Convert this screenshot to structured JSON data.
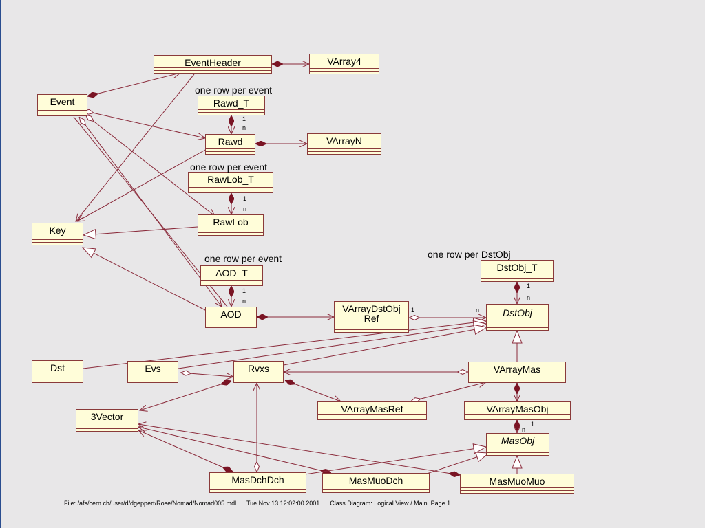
{
  "classes": {
    "eventheader": "EventHeader",
    "varray4": "VArray4",
    "event": "Event",
    "rawd_t": "Rawd_T",
    "rawd": "Rawd",
    "varrayn": "VArrayN",
    "rawlob_t": "RawLob_T",
    "key": "Key",
    "rawlob": "RawLob",
    "aod_t": "AOD_T",
    "aod": "AOD",
    "varraydstobjref": "VArrayDstObjRef",
    "dstobj_t": "DstObj_T",
    "dstobj": "DstObj",
    "dst": "Dst",
    "evs": "Evs",
    "rvxs": "Rvxs",
    "varraymas": "VArrayMas",
    "varraymasref": "VArrayMasRef",
    "varraymasobj": "VArrayMasObj",
    "vector3": "3Vector",
    "masobj": "MasObj",
    "masdchdch": "MasDchDch",
    "masmuodch": "MasMuoDch",
    "masmuomuo": "MasMuoMuo"
  },
  "notes": {
    "rawd": "one row per event",
    "rawlob": "one row per event",
    "aod": "one row per event",
    "dstobj": "one row per DstObj"
  },
  "multiplicities": {
    "one": "1",
    "many": "n"
  },
  "footer": {
    "file": "File: /afs/cern.ch/user/d/dgeppert/Rose/Nomad/Nomad005.mdl",
    "date": "Tue Nov 13 12:02:00 2001",
    "view": "Class Diagram: Logical View / Main",
    "page": "Page 1"
  },
  "colors": {
    "background": "#e8e7e8",
    "class_fill": "#fffdd9",
    "class_border": "#8a3a3a",
    "connector": "#8a2a3a"
  }
}
